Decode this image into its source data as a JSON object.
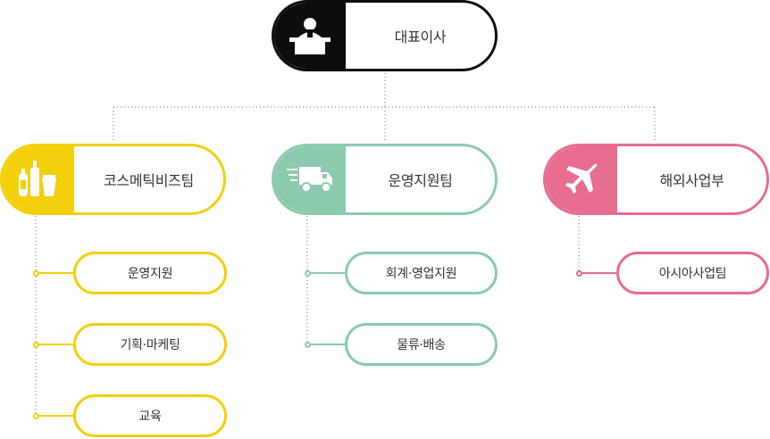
{
  "ceo": {
    "label": "대표이사",
    "icon": "ceo-desk-icon",
    "color": "#0d0d0d"
  },
  "teams": [
    {
      "label": "코스메틱비즈팀",
      "icon": "cosmetics-bottles-icon",
      "color": "#f4cf0b",
      "subs": [
        "운영지원",
        "기획·마케팅",
        "교육"
      ]
    },
    {
      "label": "운영지원팀",
      "icon": "delivery-truck-icon",
      "color": "#8ccaad",
      "subs": [
        "회계·영업지원",
        "물류·배송"
      ]
    },
    {
      "label": "해외사업부",
      "icon": "airplane-icon",
      "color": "#e66d8f",
      "subs": [
        "아시아사업팀"
      ]
    }
  ]
}
